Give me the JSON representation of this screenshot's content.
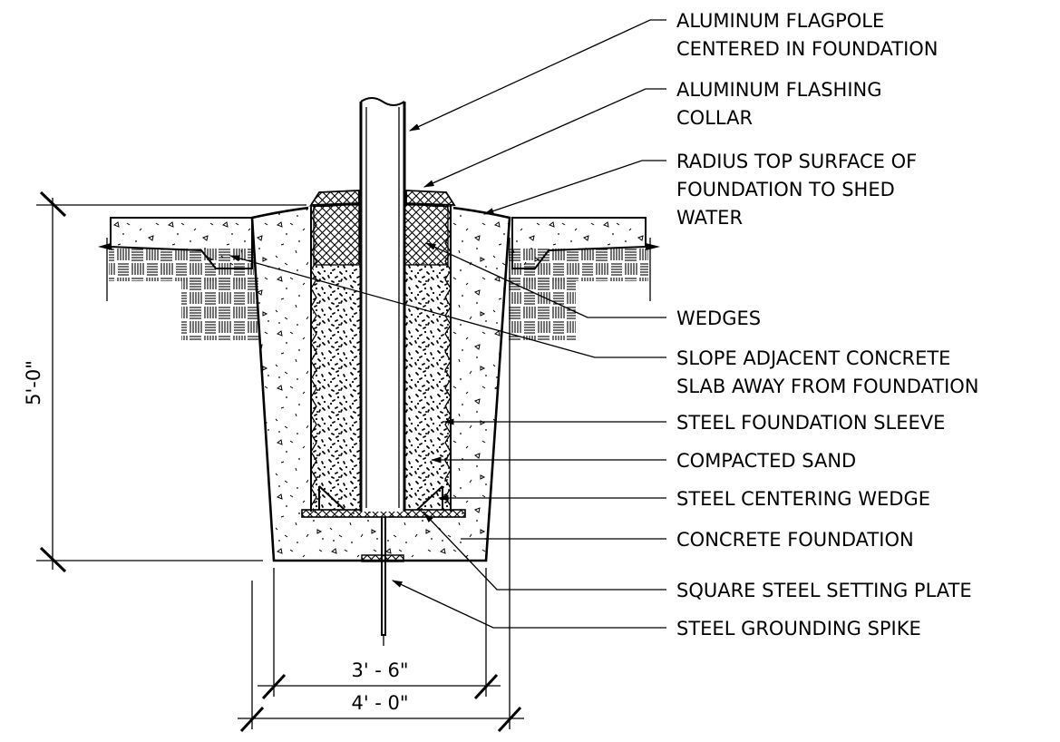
{
  "colors": {
    "line": "#000000",
    "background": "#ffffff"
  },
  "callouts": [
    {
      "id": "flagpole",
      "lines": [
        "ALUMINUM FLAGPOLE",
        "CENTERED IN FOUNDATION"
      ]
    },
    {
      "id": "flashing",
      "lines": [
        "ALUMINUM FLASHING",
        "COLLAR"
      ]
    },
    {
      "id": "radius",
      "lines": [
        "RADIUS TOP SURFACE OF",
        "FOUNDATION TO SHED",
        "WATER"
      ]
    },
    {
      "id": "wedges",
      "lines": [
        "WEDGES"
      ]
    },
    {
      "id": "slope",
      "lines": [
        "SLOPE ADJACENT CONCRETE",
        "SLAB AWAY FROM FOUNDATION"
      ]
    },
    {
      "id": "sleeve",
      "lines": [
        "STEEL FOUNDATION SLEEVE"
      ]
    },
    {
      "id": "sand",
      "lines": [
        "COMPACTED SAND"
      ]
    },
    {
      "id": "centering",
      "lines": [
        "STEEL CENTERING WEDGE"
      ]
    },
    {
      "id": "foundation",
      "lines": [
        "CONCRETE FOUNDATION"
      ]
    },
    {
      "id": "plate",
      "lines": [
        "SQUARE STEEL SETTING PLATE"
      ]
    },
    {
      "id": "spike",
      "lines": [
        "STEEL GROUNDING SPIKE"
      ]
    }
  ],
  "dimensions": {
    "height": "5'-0\"",
    "bottom_width": "3' - 6\"",
    "top_width": "4' - 0\""
  }
}
